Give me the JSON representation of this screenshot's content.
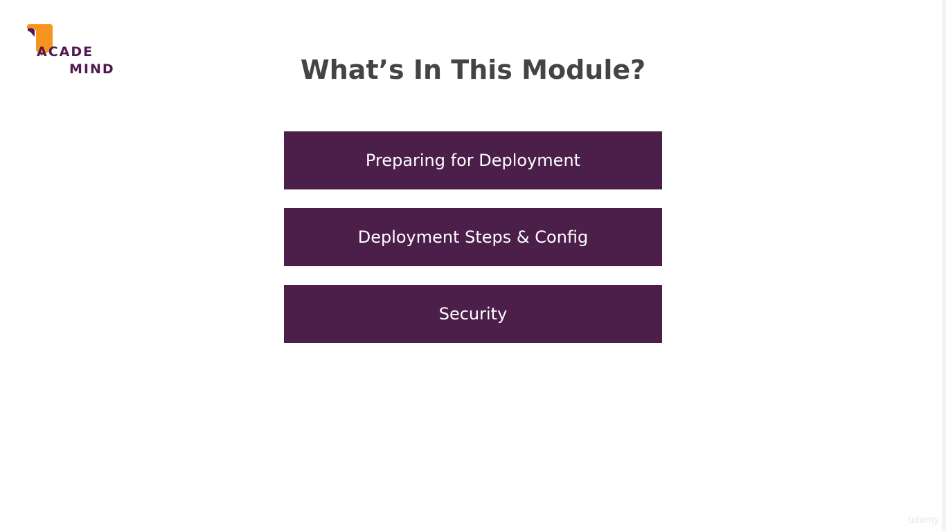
{
  "logo": {
    "line1": "ACADE",
    "line2": "MIND",
    "colors": {
      "mark": "#f79420",
      "text": "#521751"
    }
  },
  "title": "What’s In This Module?",
  "modules": [
    {
      "label": "Preparing for Deployment"
    },
    {
      "label": "Deployment Steps & Config"
    },
    {
      "label": "Security"
    }
  ],
  "watermark": "üdemy",
  "colors": {
    "card_background": "#4c1f4a",
    "title": "#444444",
    "background": "#ffffff"
  }
}
